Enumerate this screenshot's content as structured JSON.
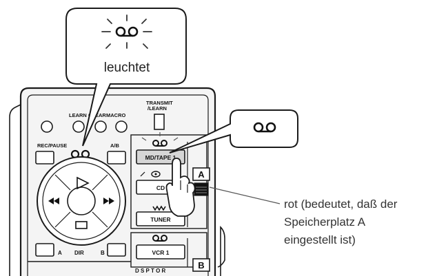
{
  "labels": {
    "learn": "LEARN",
    "clear": "CLEAR",
    "macro": "MACRO",
    "transmit_learn_line1": "TRANSMIT",
    "transmit_learn_line2": "/LEARN",
    "rec_pause": "REC/PAUSE",
    "ab": "A/B",
    "a": "A",
    "b": "B",
    "dir": "DIR",
    "section_a": "A",
    "section_b": "B",
    "partial_bottom": "D S P T O R"
  },
  "source_buttons": {
    "md_tape1": "MD/TAPE 1",
    "cd": "CD",
    "tuner": "TUNER",
    "vcr1": "VCR 1"
  },
  "callout_glow": {
    "text": "leuchtet"
  },
  "note": {
    "line1": "rot (bedeutet, daß der",
    "line2": "Speicherplatz A",
    "line3": "eingestellt ist)"
  },
  "colors": {
    "line": "#1a1a1a",
    "remote_body": "#f4f4f4",
    "button_fill": "#ffffff",
    "highlight_button": "#d6d6d6",
    "indicator": "#111111"
  },
  "icons": {
    "tape": "tape-icon",
    "glow": "glow-rays-icon",
    "hand": "pointing-hand-icon",
    "play": "play-triangle-icon",
    "rewind": "rewind-icon",
    "forward": "fast-forward-icon",
    "stop": "stop-square-icon",
    "cd_disc": "cd-disc-icon",
    "tuner_wave": "tuner-wave-icon"
  }
}
